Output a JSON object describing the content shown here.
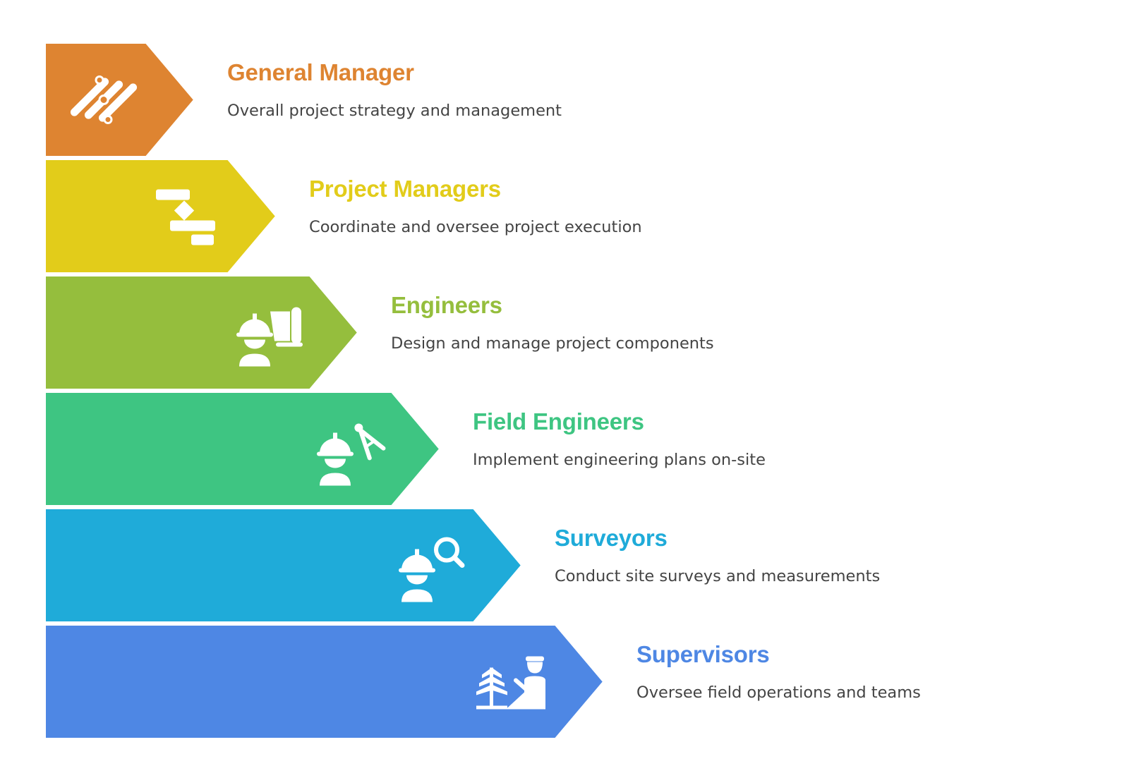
{
  "tiers": [
    {
      "title": "General Manager",
      "description": "Overall project strategy and management",
      "color": "#DE8431",
      "icon": "strategy-bars-icon"
    },
    {
      "title": "Project Managers",
      "description": "Coordinate and oversee project execution",
      "color": "#E2CC1A",
      "icon": "gantt-chart-icon"
    },
    {
      "title": "Engineers",
      "description": "Design and manage project components",
      "color": "#95BE3D",
      "icon": "engineer-blueprint-icon"
    },
    {
      "title": "Field Engineers",
      "description": "Implement engineering plans on-site",
      "color": "#3EC582",
      "icon": "engineer-compass-icon"
    },
    {
      "title": "Surveyors",
      "description": "Conduct site surveys and measurements",
      "color": "#1FABD9",
      "icon": "surveyor-magnifier-icon"
    },
    {
      "title": "Supervisors",
      "description": "Oversee field operations and teams",
      "color": "#4E87E4",
      "icon": "supervisor-field-icon"
    }
  ]
}
